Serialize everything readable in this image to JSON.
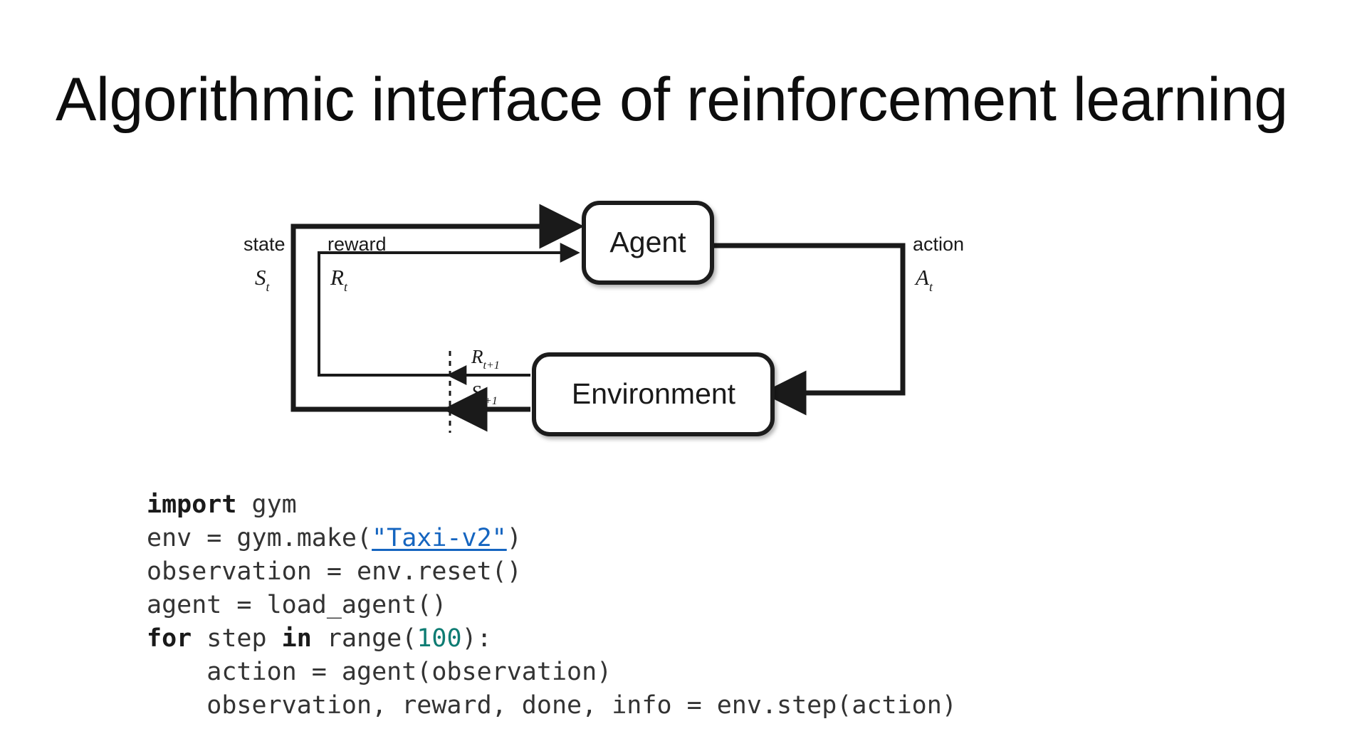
{
  "slide": {
    "title": "Algorithmic interface of reinforcement learning",
    "background_color": "#ffffff",
    "text_color": "#0d0d0d"
  },
  "diagram": {
    "name": "reinforcement-learning-agent-environment-loop",
    "nodes": [
      {
        "id": "agent",
        "label": "Agent"
      },
      {
        "id": "environment",
        "label": "Environment"
      }
    ],
    "edges": [
      {
        "id": "state",
        "from": "environment",
        "to": "agent",
        "label": "state",
        "symbol": "S",
        "subscript": "t",
        "emitted_symbol": "S",
        "emitted_subscript": "t+1",
        "weight": "thick"
      },
      {
        "id": "reward",
        "from": "environment",
        "to": "agent",
        "label": "reward",
        "symbol": "R",
        "subscript": "t",
        "emitted_symbol": "R",
        "emitted_subscript": "t+1",
        "weight": "thin"
      },
      {
        "id": "action",
        "from": "agent",
        "to": "environment",
        "label": "action",
        "symbol": "A",
        "subscript": "t",
        "weight": "thick"
      }
    ],
    "labels": {
      "state": "state",
      "reward": "reward",
      "action": "action",
      "s_t": "S",
      "r_t": "R",
      "a_t": "A",
      "sub_t": "t",
      "r_next": "R",
      "s_next": "S",
      "sub_t_next": "t+1"
    },
    "stroke_color": "#1a1a1a",
    "box_fill": "#ffffff"
  },
  "code": {
    "language": "python",
    "keyword_color": "#1a1a1a",
    "number_color": "#0e7c73",
    "link_color": "#1565c0",
    "text_color": "#333333",
    "lines": [
      {
        "id": "line-1",
        "tokens": [
          {
            "type": "keyword",
            "text": "import"
          },
          {
            "type": "plain",
            "text": " gym"
          }
        ]
      },
      {
        "id": "line-2",
        "tokens": [
          {
            "type": "plain",
            "text": "env = gym.make("
          },
          {
            "type": "link",
            "text": "\"Taxi-v2\""
          },
          {
            "type": "plain",
            "text": ")"
          }
        ]
      },
      {
        "id": "line-3",
        "tokens": [
          {
            "type": "plain",
            "text": "observation = env.reset()"
          }
        ]
      },
      {
        "id": "line-4",
        "tokens": [
          {
            "type": "plain",
            "text": "agent = load_agent()"
          }
        ]
      },
      {
        "id": "line-5",
        "tokens": [
          {
            "type": "keyword",
            "text": "for"
          },
          {
            "type": "plain",
            "text": " step "
          },
          {
            "type": "keyword",
            "text": "in"
          },
          {
            "type": "plain",
            "text": " range("
          },
          {
            "type": "number",
            "text": "100"
          },
          {
            "type": "plain",
            "text": "):"
          }
        ]
      },
      {
        "id": "line-6",
        "tokens": [
          {
            "type": "plain",
            "text": "    action = agent(observation)"
          }
        ]
      },
      {
        "id": "line-7",
        "tokens": [
          {
            "type": "plain",
            "text": "    observation, reward, done, info = env.step(action)"
          }
        ]
      }
    ]
  }
}
